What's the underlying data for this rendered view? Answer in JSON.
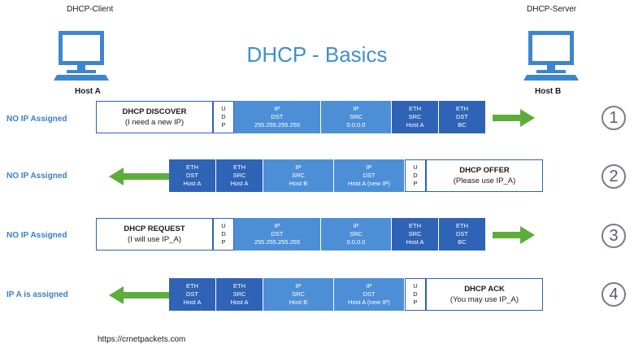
{
  "header": {
    "client_label": "DHCP-Client",
    "server_label": "DHCP-Server",
    "title": "DHCP - Basics",
    "host_a": "Host A",
    "host_b": "Host B",
    "icon": "computer-icon"
  },
  "colors": {
    "light_cell": "#4d8fd6",
    "dark_cell": "#2f63b6",
    "arrow": "#5cae3a",
    "title": "#3f8fcf",
    "status": "#3a7fc8"
  },
  "rows": [
    {
      "status": "NO IP Assigned",
      "number": "1",
      "direction": "right",
      "message": {
        "title": "DHCP DISCOVER",
        "sub": "(I need a new IP)"
      },
      "udp": [
        "U",
        "D",
        "P"
      ],
      "ip_dst": [
        "IP",
        "DST",
        "255.255.255.255"
      ],
      "ip_src": [
        "IP",
        "SRC",
        "0.0.0.0"
      ],
      "eth_src": [
        "ETH",
        "SRC",
        "Host A"
      ],
      "eth_dst": [
        "ETH",
        "DST",
        "BC"
      ]
    },
    {
      "status": "NO IP Assigned",
      "number": "2",
      "direction": "left",
      "message": {
        "title": "DHCP OFFER",
        "sub": "(Please use IP_A)"
      },
      "udp": [
        "U",
        "D",
        "P"
      ],
      "eth_dst": [
        "ETH",
        "DST",
        "Host A"
      ],
      "eth_src": [
        "ETH",
        "SRC",
        "Host A"
      ],
      "ip_src": [
        "IP",
        "SRC",
        "Host B"
      ],
      "ip_dst": [
        "IP",
        "DST",
        "Host A (new IP)"
      ]
    },
    {
      "status": "NO IP Assigned",
      "number": "3",
      "direction": "right",
      "message": {
        "title": "DHCP REQUEST",
        "sub": "(I will use IP_A)"
      },
      "udp": [
        "U",
        "D",
        "P"
      ],
      "ip_dst": [
        "IP",
        "DST",
        "255.255.255.255"
      ],
      "ip_src": [
        "IP",
        "SRC",
        "0.0.0.0"
      ],
      "eth_src": [
        "ETH",
        "SRC",
        "Host A"
      ],
      "eth_dst": [
        "ETH",
        "DST",
        "BC"
      ]
    },
    {
      "status": "IP A is assigned",
      "number": "4",
      "direction": "left",
      "message": {
        "title": "DHCP ACK",
        "sub": "(You may use IP_A)"
      },
      "udp": [
        "U",
        "D",
        "P"
      ],
      "eth_dst": [
        "ETH",
        "DST",
        "Host A"
      ],
      "eth_src": [
        "ETH",
        "SRC",
        "Host A"
      ],
      "ip_src": [
        "IP",
        "SRC",
        "Host B"
      ],
      "ip_dst": [
        "IP",
        "DST",
        "Host A (new IP)"
      ]
    }
  ],
  "footer": "https://crnetpackets.com"
}
